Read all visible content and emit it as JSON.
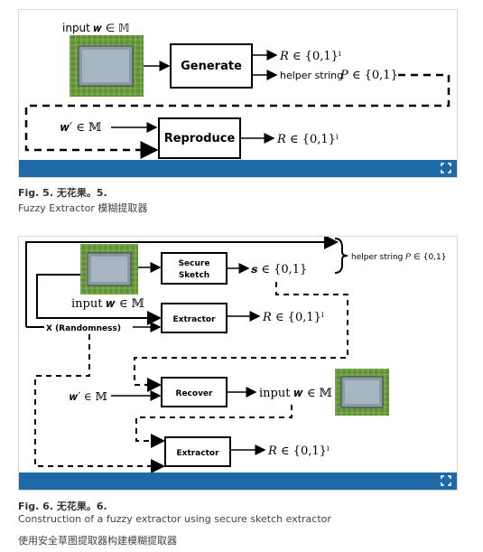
{
  "fig5": {
    "labels": {
      "input_w": "input 𝒘 ∈ 𝕄",
      "generate": "Generate",
      "out_R": "𝑅 ∈ {0,1}ˡ",
      "helper": "helper string",
      "helper_P": "𝑃 ∈ {0,1}",
      "w_prime": "𝒘′ ∈ 𝕄",
      "reproduce": "Reproduce",
      "out_R2": "𝑅 ∈ {0,1}ˡ"
    },
    "caption_title": "Fig. 5. 无花果。5.",
    "caption_text": "Fuzzy Extractor 模糊提取器"
  },
  "fig6": {
    "labels": {
      "secure_sketch_line1": "Secure",
      "secure_sketch_line2": "Sketch",
      "s_out": "𝒔 ∈ {0,1}",
      "helper": "helper string 𝑃 ∈ {0,1}",
      "input_w": "input 𝒘 ∈ 𝕄",
      "extractor1": "Extractor",
      "R1": "𝑅 ∈ {0,1}ˡ",
      "randomness": "X (Randomness)",
      "w_prime": "𝒘′ ∈ 𝕄",
      "recover": "Recover",
      "recover_out": "input 𝒘 ∈ 𝕄",
      "extractor2": "Extractor",
      "R2": "𝑅 ∈ {0,1}ˡ"
    },
    "caption_title": "Fig. 6. 无花果。6.",
    "caption_text": "Construction of a fuzzy extractor using secure sketch extractor",
    "caption_zh": "使用安全草图提取器构建模糊提取器"
  }
}
